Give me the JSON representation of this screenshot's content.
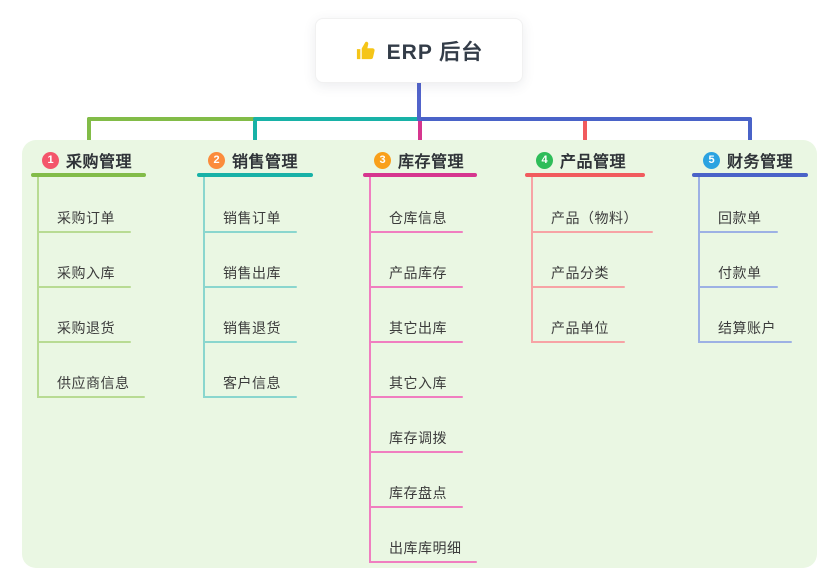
{
  "canvas": {
    "background": "#ffffff",
    "panel_color": "#EAF7E3"
  },
  "root": {
    "title": "ERP 后台",
    "icon": "thumbs-up-icon",
    "icon_color": "#F5C518",
    "line_color": "#5264CB"
  },
  "branches": [
    {
      "num": "1",
      "label": "采购管理",
      "badge_color": "#F4566B",
      "line_color": "#82BC48",
      "child_line_color": "#B8DB93",
      "children": [
        "采购订单",
        "采购入库",
        "采购退货",
        "供应商信息"
      ]
    },
    {
      "num": "2",
      "label": "销售管理",
      "badge_color": "#FB8C3C",
      "line_color": "#18B2A7",
      "child_line_color": "#8AD6CE",
      "children": [
        "销售订单",
        "销售出库",
        "销售退货",
        "客户信息"
      ]
    },
    {
      "num": "3",
      "label": "库存管理",
      "badge_color": "#F9A01B",
      "line_color": "#D6368F",
      "child_line_color": "#F07EC0",
      "children": [
        "仓库信息",
        "产品库存",
        "其它出库",
        "其它入库",
        "库存调拨",
        "库存盘点",
        "出库库明细"
      ]
    },
    {
      "num": "4",
      "label": "产品管理",
      "badge_color": "#2EBD59",
      "line_color": "#F15B5E",
      "child_line_color": "#F7A3A5",
      "children": [
        "产品（物料）",
        "产品分类",
        "产品单位"
      ]
    },
    {
      "num": "5",
      "label": "财务管理",
      "badge_color": "#2BA3E1",
      "line_color": "#4A63C8",
      "child_line_color": "#9DB1E4",
      "children": [
        "回款单",
        "付款单",
        "结算账户"
      ]
    }
  ]
}
